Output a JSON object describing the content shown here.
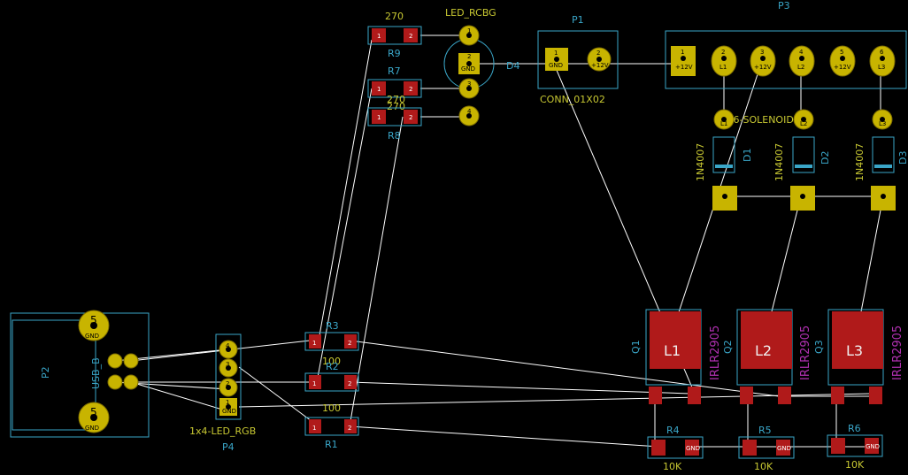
{
  "labels": {
    "r9_val": "270",
    "r9_ref": "R9",
    "r7_ref": "R7",
    "r7_val": "270",
    "r8_val": "270",
    "r8_ref": "R8",
    "led_val": "LED_RCBG",
    "led_ref": "D4",
    "p1_ref": "P1",
    "p1_val": "CONN_01X02",
    "p3_ref": "P3",
    "p3_val": "1x6-SOLENOIDS",
    "d1_ref": "D1",
    "d1_val": "1N4007",
    "d2_ref": "D2",
    "d2_val": "1N4007",
    "d3_ref": "D3",
    "d3_val": "1N4007",
    "q1_ref": "Q1",
    "q1_val": "IRLR2905",
    "q1_body": "L1",
    "q2_ref": "Q2",
    "q2_val": "IRLR2905",
    "q2_body": "L2",
    "q3_ref": "Q3",
    "q3_val": "IRLR2905",
    "q3_body": "L3",
    "r4_ref": "R4",
    "r4_val": "10K",
    "r5_ref": "R5",
    "r5_val": "10K",
    "r6_ref": "R6",
    "r6_val": "10K",
    "r3_ref": "R3",
    "r3_val": "100",
    "r2_ref": "R2",
    "r2_val": "100",
    "r1_ref": "R1",
    "p2_ref": "P2",
    "p2_val": "USB_B",
    "p4_ref": "P4",
    "p4_val": "1x4-LED_RGB",
    "gnd": "GND"
  },
  "pads": {
    "p3": [
      "1",
      "2",
      "3",
      "4",
      "5",
      "6"
    ],
    "p3_sub": [
      "+12V",
      "L1",
      "+12V",
      "L2",
      "+12V",
      "L3"
    ],
    "led": [
      "1",
      "2",
      "3",
      "4"
    ],
    "p1": [
      "1",
      "2"
    ],
    "p1_sub": [
      "GND",
      "+12V"
    ],
    "p4": [
      "4",
      "3",
      "2",
      "1"
    ],
    "sol": [
      "L1",
      "L2",
      "L3"
    ],
    "usb_big": [
      "5",
      "5"
    ],
    "res_nums": [
      "1",
      "2"
    ]
  },
  "colors": {
    "background": "#000000",
    "silkscreen": "#3aa6c8",
    "values": "#c8c832",
    "pad_gold": "#c8b400",
    "pad_red": "#b01a1a",
    "fet_val": "#b030b0"
  }
}
